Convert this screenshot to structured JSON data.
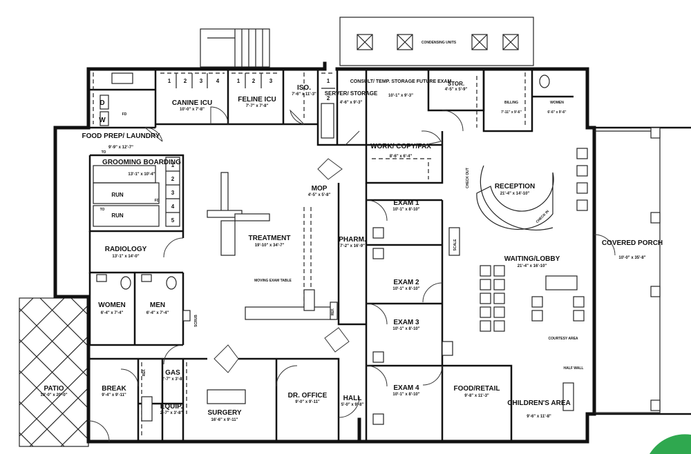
{
  "rooms": {
    "canine_icu": {
      "name": "CANINE ICU",
      "dim": "10'-0\" x 7'-8\""
    },
    "feline_icu": {
      "name": "FELINE ICU",
      "dim": "7'-7\" x 7'-8\""
    },
    "iso": {
      "name": "ISO.",
      "dim": "7'-6\" x 11'-3\""
    },
    "server": {
      "name": "SERVER/ STORAGE",
      "dim": "4'-6\" x 9'-3\""
    },
    "consult": {
      "name": "CONSULT/ TEMP. STORAGE FUTURE EXAM",
      "dim": "10'-1\" x 9'-3\""
    },
    "stor": {
      "name": "STOR.",
      "dim": "4'-5\" x 5'-9\""
    },
    "billing": {
      "name": "BILLING",
      "dim": "7'-11\" x 9'-6\""
    },
    "women_top": {
      "name": "WOMEN",
      "dim": "6'-6\" x 9'-6\""
    },
    "food_prep": {
      "name": "FOOD PREP/ LAUNDRY",
      "dim": "9'-9\" x 12'-7\""
    },
    "grooming": {
      "name": "GROOMING BOARDING",
      "dim": "13'-1\" x 10'-4\""
    },
    "run": {
      "name": "RUN"
    },
    "work": {
      "name": "WORK/ COPY/FAX",
      "dim": "8'-6\" x 6'-4\""
    },
    "reception": {
      "name": "RECEPTION",
      "dim": "21'-4\" x 14'-10\""
    },
    "mop": {
      "name": "MOP",
      "dim": "4'-5\" x 5'-8\""
    },
    "treatment": {
      "name": "TREATMENT",
      "dim": "19'-10\" x 34'-7\""
    },
    "radiology": {
      "name": "RADIOLOGY",
      "dim": "13'-1\" x 14'-0\""
    },
    "exam1": {
      "name": "EXAM 1",
      "dim": "10'-1\" x 8'-10\""
    },
    "pharm": {
      "name": "PHARM.",
      "dim": "7'-2\" x 16'-9\""
    },
    "scale": {
      "name": "SCALE"
    },
    "waiting": {
      "name": "WAITING/LOBBY",
      "dim": "21'-4\" x 16'-10\""
    },
    "covered_porch": {
      "name": "COVERED PORCH",
      "dim": "10'-0\" x 35'-8\""
    },
    "women": {
      "name": "WOMEN",
      "dim": "6'-4\" x 7'-4\""
    },
    "men": {
      "name": "MEN",
      "dim": "6'-4\" x 7'-4\""
    },
    "exam2": {
      "name": "EXAM 2",
      "dim": "10'-1\" x 8'-10\""
    },
    "exam3": {
      "name": "EXAM 3",
      "dim": "10'-1\" x 8'-10\""
    },
    "exam4": {
      "name": "EXAM 4",
      "dim": "10'-1\" x 8'-10\""
    },
    "patio": {
      "name": "PATIO",
      "dim": "10'-0\" x 20'-0\""
    },
    "break": {
      "name": "BREAK",
      "dim": "9'-4\" x 9'-11\""
    },
    "gas": {
      "name": "GAS",
      "dim": "2'-7\" x 3'-8\""
    },
    "equip": {
      "name": "EQUIP.",
      "dim": "2'-7\" x 3'-8\""
    },
    "surgery": {
      "name": "SURGERY",
      "dim": "16'-6\" x 9'-11\""
    },
    "dr_office": {
      "name": "DR. OFFICE",
      "dim": "9'-0\" x 9'-11\""
    },
    "hall": {
      "name": "HALL",
      "dim": "5'-0\" x 9'-8\""
    },
    "food_retail": {
      "name": "FOOD/RETAIL",
      "dim": "9'-8\" x 11'-3\""
    },
    "childrens": {
      "name": "CHILDREN'S AREA",
      "dim": "9'-6\" x 11'-8\""
    }
  },
  "notes": {
    "condensing_units": "CONDENSING UNITS",
    "check_out": "CHECK OUT",
    "check_in": "CHECK IN",
    "courtesy": "COURTESY AREA",
    "moving_table": "MOVING EXAM TABLE",
    "scrub": "SCRUB",
    "ref": "REF.",
    "fd": "FD",
    "to": "TO",
    "d": "D",
    "w": "W",
    "half_wall": "HALF WALL"
  },
  "kennel_numbers": [
    "1",
    "2",
    "3",
    "4"
  ],
  "feline_numbers": [
    "1",
    "2",
    "3"
  ],
  "iso_numbers": [
    "1",
    "2"
  ],
  "run_numbers": [
    "1",
    "2",
    "3",
    "4",
    "5"
  ]
}
